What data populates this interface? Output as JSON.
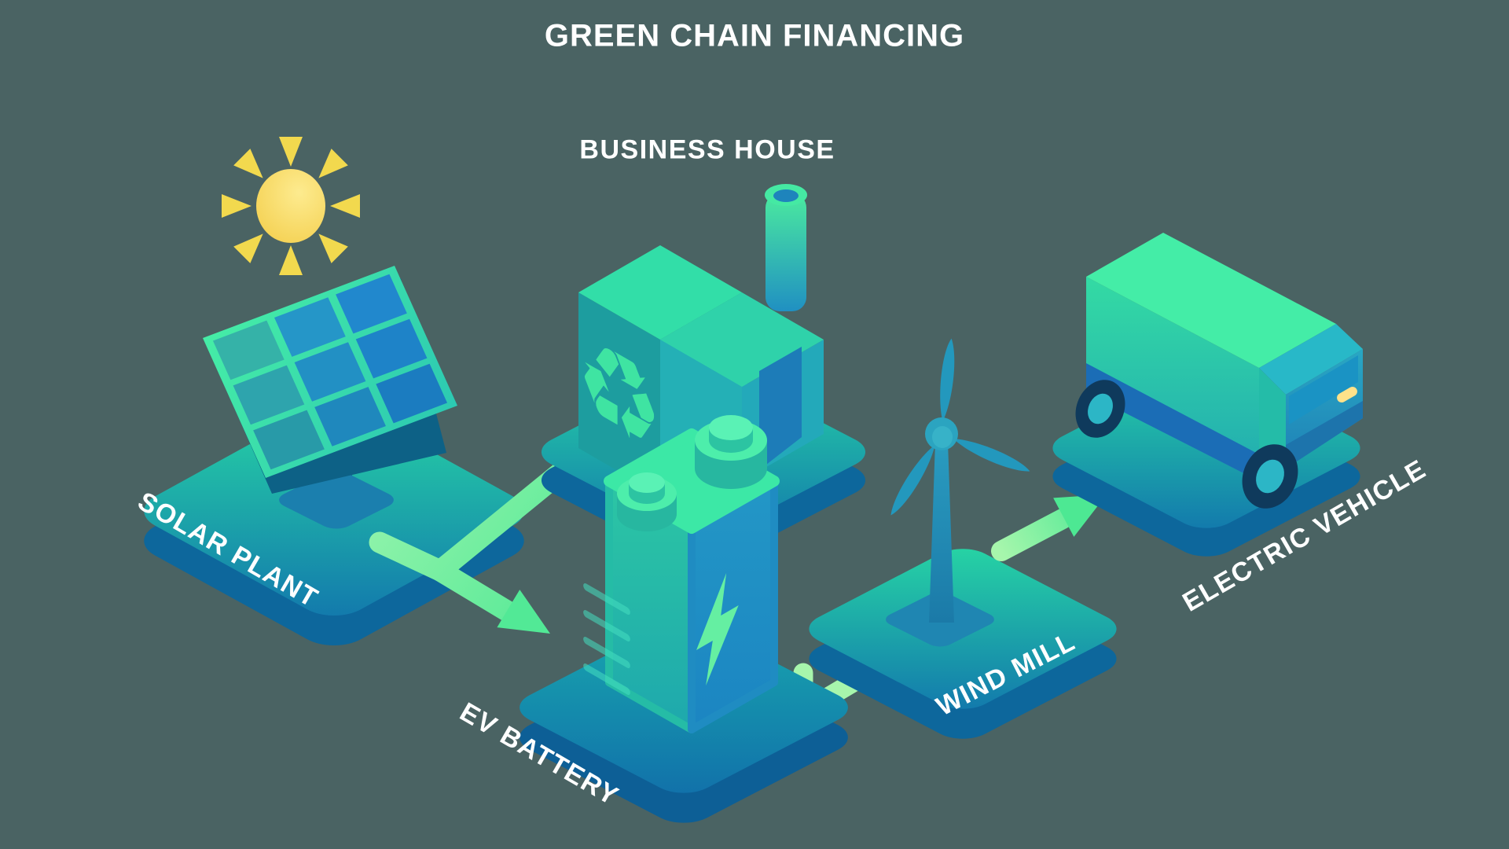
{
  "title": "GREEN CHAIN FINANCING",
  "nodes": {
    "solar_plant": {
      "label": "SOLAR PLANT",
      "icon": "solar-panel-icon"
    },
    "business_house": {
      "label": "BUSINESS HOUSE",
      "icon": "factory-building-icon"
    },
    "ev_battery": {
      "label": "EV BATTERY",
      "icon": "battery-icon"
    },
    "wind_mill": {
      "label": "WIND MILL",
      "icon": "wind-turbine-icon"
    },
    "electric_vehicle": {
      "label": "ELECTRIC VEHICLE",
      "icon": "electric-van-icon"
    }
  },
  "flow": [
    {
      "from": "SOLAR PLANT",
      "to": "BUSINESS HOUSE",
      "connector": "bent-arrow"
    },
    {
      "from": "SOLAR PLANT",
      "to": "EV BATTERY",
      "connector": "bent-arrow"
    },
    {
      "from": "EV BATTERY",
      "to": "WIND MILL",
      "connector": "elbow-connector"
    },
    {
      "from": "WIND MILL",
      "to": "ELECTRIC VEHICLE",
      "connector": "straight-arrow"
    }
  ],
  "icons": {
    "recycle_glyph": "♻"
  },
  "colors": {
    "background": "#4a6363",
    "arrow_green": "#5fec9c",
    "platform_green": "#22cfa4",
    "platform_blue": "#1378ad",
    "platform_side_blue": "#0d679c",
    "panel_cell_blue": "#2191c6",
    "building_teal": "#1d9d9f",
    "door_blue": "#1d7cb8",
    "bolt_green": "#65efa2",
    "sun_yellow": "#f5d24f",
    "label_white": "#ffffff"
  }
}
